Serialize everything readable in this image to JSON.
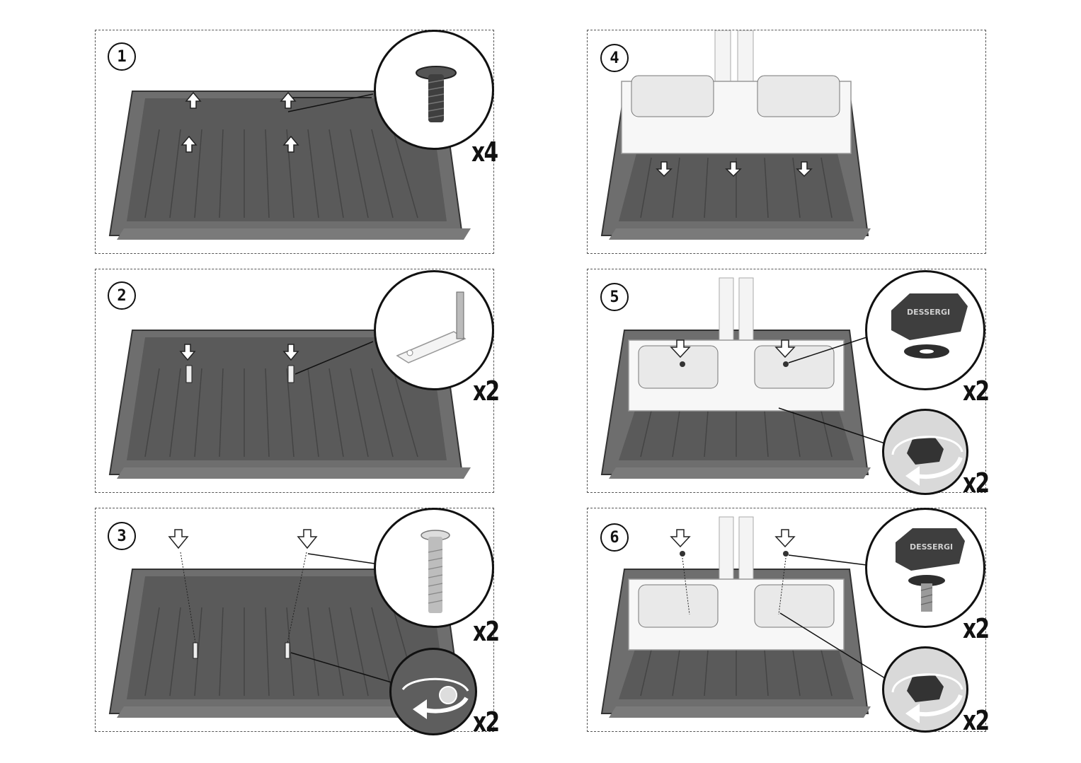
{
  "steps": [
    {
      "number": "1",
      "detail_qty": "x4"
    },
    {
      "number": "2",
      "detail_qty": "x2"
    },
    {
      "number": "3",
      "detail_qty": "x2",
      "rotate_qty": "x2"
    },
    {
      "number": "4"
    },
    {
      "number": "5",
      "detail_qty": "x2",
      "rotate_qty": "x2",
      "brand": "DESSERGI"
    },
    {
      "number": "6",
      "detail_qty": "x2",
      "rotate_qty": "x2",
      "brand": "DESSERGI"
    }
  ]
}
